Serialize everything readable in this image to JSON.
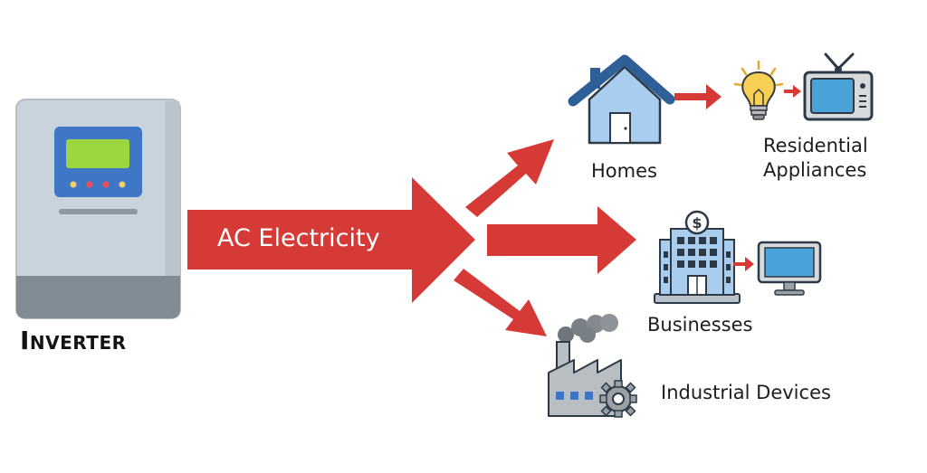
{
  "diagram": {
    "source": {
      "label": "Inverter"
    },
    "flow": {
      "label": "AC Electricity"
    },
    "targets": {
      "homes": {
        "label": "Homes"
      },
      "residential": {
        "label_line1": "Residential",
        "label_line2": "Appliances"
      },
      "businesses": {
        "label": "Businesses"
      },
      "industrial": {
        "label": "Industrial Devices"
      }
    },
    "colors": {
      "arrow_red": "#d63a36",
      "inverter_body": "#c9d3dc",
      "inverter_base": "#808b93",
      "screen_blue": "#3f77c6",
      "screen_green": "#9bd63e",
      "house_blue": "#a8cdee",
      "monitor_blue": "#4aa3d8",
      "bulb_yellow": "#f7cf55",
      "factory_gray": "#b9bec3"
    },
    "icons": [
      "inverter-icon",
      "house-icon",
      "lightbulb-icon",
      "television-icon",
      "office-building-icon",
      "computer-monitor-icon",
      "factory-icon",
      "gear-icon"
    ]
  }
}
